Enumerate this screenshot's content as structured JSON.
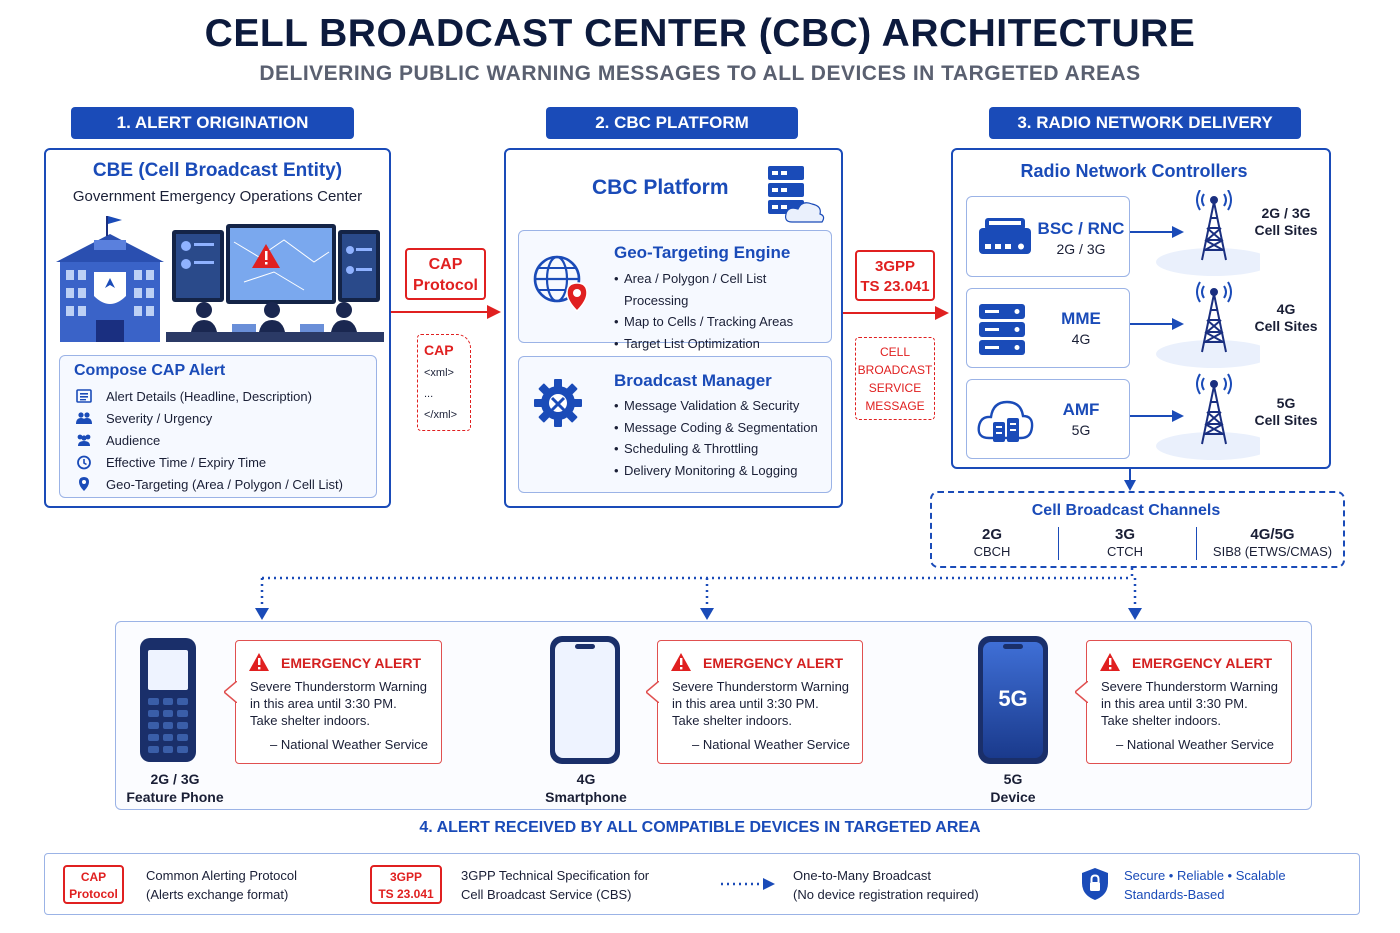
{
  "title": "CELL BROADCAST CENTER (CBC) ARCHITECTURE",
  "subtitle": "DELIVERING PUBLIC WARNING MESSAGES TO ALL DEVICES IN TARGETED AREAS",
  "sections": {
    "s1": "1. ALERT ORIGINATION",
    "s2": "2. CBC PLATFORM",
    "s3": "3. RADIO NETWORK DELIVERY",
    "s4": "4.  ALERT RECEIVED BY ALL COMPATIBLE DEVICES IN TARGETED AREA"
  },
  "cbe": {
    "title": "CBE (Cell Broadcast Entity)",
    "subtitle": "Government Emergency Operations Center",
    "compose_title": "Compose CAP Alert",
    "items": [
      {
        "icon": "list-icon",
        "label": "Alert Details (Headline, Description)"
      },
      {
        "icon": "severity-icon",
        "label": "Severity / Urgency"
      },
      {
        "icon": "audience-icon",
        "label": "Audience"
      },
      {
        "icon": "clock-icon",
        "label": "Effective Time / Expiry Time"
      },
      {
        "icon": "location-pin-icon",
        "label": "Geo-Targeting (Area / Polygon / Cell List)"
      }
    ]
  },
  "cap_link": {
    "protocol_line1": "CAP",
    "protocol_line2": "Protocol",
    "doc_title": "CAP",
    "doc_line1": "<xml>",
    "doc_line2": "...",
    "doc_line3": "</xml>"
  },
  "cbc": {
    "title": "CBC Platform",
    "geo_title": "Geo-Targeting Engine",
    "geo_items": [
      "Area / Polygon / Cell List Processing",
      "Map to Cells / Tracking Areas",
      "Target List Optimization"
    ],
    "bm_title": "Broadcast Manager",
    "bm_items": [
      "Message Validation & Security",
      "Message Coding & Segmentation",
      "Scheduling & Throttling",
      "Delivery Monitoring & Logging"
    ]
  },
  "gpp_link": {
    "line1": "3GPP",
    "line2": "TS 23.041",
    "msg": [
      "CELL",
      "BROADCAST",
      "SERVICE",
      "MESSAGE"
    ]
  },
  "radio": {
    "title": "Radio Network Controllers",
    "controllers": [
      {
        "name": "BSC / RNC",
        "tech": "2G / 3G",
        "sites_line1": "2G / 3G",
        "sites_line2": "Cell Sites"
      },
      {
        "name": "MME",
        "tech": "4G",
        "sites_line1": "4G",
        "sites_line2": "Cell Sites"
      },
      {
        "name": "AMF",
        "tech": "5G",
        "sites_line1": "5G",
        "sites_line2": "Cell Sites"
      }
    ]
  },
  "channels": {
    "title": "Cell Broadcast Channels",
    "items": [
      {
        "gen": "2G",
        "name": "CBCH"
      },
      {
        "gen": "3G",
        "name": "CTCH"
      },
      {
        "gen": "4G/5G",
        "name": "SIB8 (ETWS/CMAS)"
      }
    ]
  },
  "alert": {
    "title": "EMERGENCY ALERT",
    "line1": "Severe Thunderstorm Warning",
    "line2": "in this area until 3:30 PM.",
    "line3": "Take shelter indoors.",
    "source": "– National Weather Service"
  },
  "devices": [
    {
      "line1": "2G / 3G",
      "line2": "Feature Phone"
    },
    {
      "line1": "4G",
      "line2": "Smartphone"
    },
    {
      "line1": "5G",
      "line2": "Device",
      "badge": "5G"
    }
  ],
  "legend": {
    "cap_badge_1": "CAP",
    "cap_badge_2": "Protocol",
    "cap_desc_1": "Common Alerting Protocol",
    "cap_desc_2": "(Alerts exchange format)",
    "gpp_badge_1": "3GPP",
    "gpp_badge_2": "TS 23.041",
    "gpp_desc_1": "3GPP Technical Specification for",
    "gpp_desc_2": "Cell Broadcast Service (CBS)",
    "bc_desc_1": "One-to-Many Broadcast",
    "bc_desc_2": "(No device registration required)",
    "sec_desc_1": "Secure • Reliable • Scalable",
    "sec_desc_2": "Standards-Based"
  },
  "colors": {
    "primary": "#1a4bb8",
    "alert_red": "#e02020",
    "panel_bg": "#f6f9ff"
  }
}
